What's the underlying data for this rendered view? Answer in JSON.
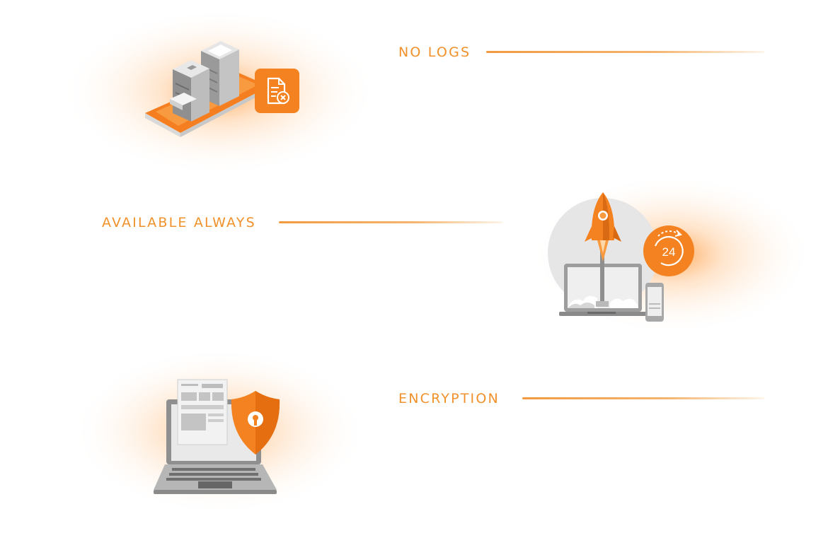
{
  "features": [
    {
      "title": "NO LOGS",
      "icon": "no-logs-document-icon"
    },
    {
      "title": "AVAILABLE ALWAYS",
      "icon": "24-hour-icon",
      "badge": "24"
    },
    {
      "title": "ENCRYPTION",
      "icon": "shield-lock-icon"
    }
  ],
  "colors": {
    "accent": "#f0912b",
    "line_fade": "#f8d6aa",
    "gray": "#a9a9a9"
  }
}
